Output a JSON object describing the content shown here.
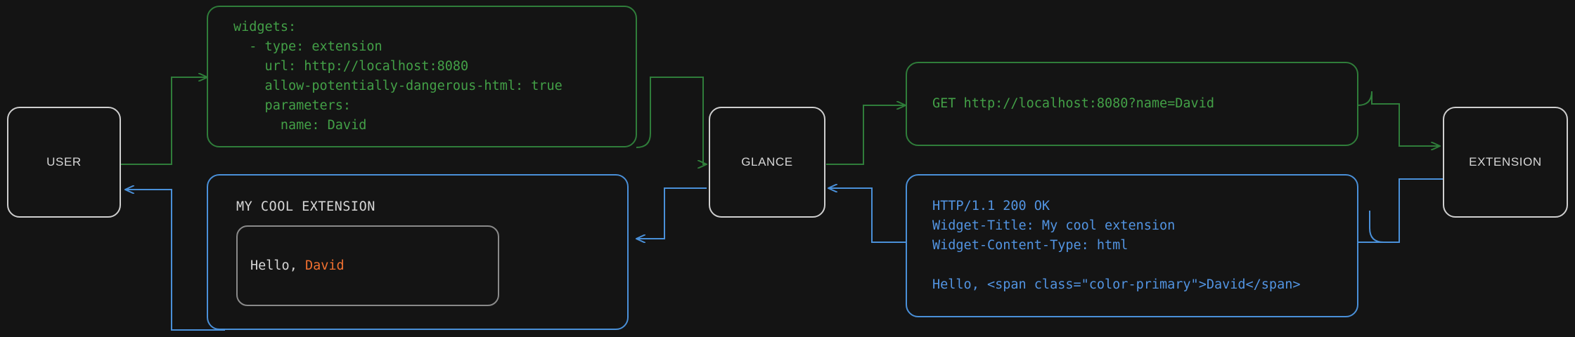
{
  "theme": {
    "background": "#141414",
    "request_color": "#43a047",
    "request_border": "#2f7d3a",
    "response_color": "#5294e2",
    "response_border": "#4a90d9",
    "node_border": "#cfcfcf",
    "node_text": "#d6d6d6",
    "accent_primary": "#f07030"
  },
  "nodes": {
    "user": "USER",
    "glance": "GLANCE",
    "extension": "EXTENSION"
  },
  "config_yaml": {
    "lines": "widgets:\n  - type: extension\n    url: http://localhost:8080\n    allow-potentially-dangerous-html: true\n    parameters:\n      name: David"
  },
  "http_request": {
    "line": "GET http://localhost:8080?name=David"
  },
  "http_response": {
    "lines": "HTTP/1.1 200 OK\nWidget-Title: My cool extension\nWidget-Content-Type: html\n\nHello, <span class=\"color-primary\">David</span>"
  },
  "rendered_widget": {
    "title": "MY COOL EXTENSION",
    "greeting_prefix": "Hello, ",
    "greeting_name": "David"
  }
}
